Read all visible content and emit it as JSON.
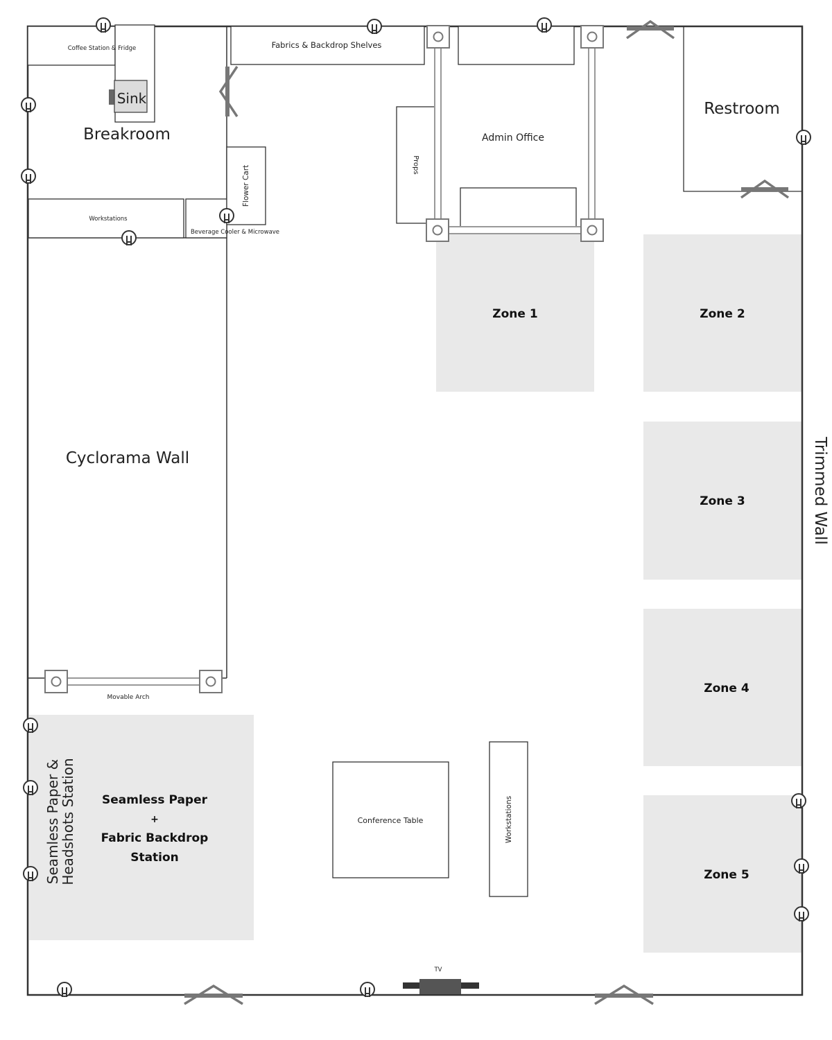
{
  "labels": {
    "coffee_station": "Coffee Station & Fridge",
    "sink": "Sink",
    "breakroom": "Breakroom",
    "fabrics_shelves": "Fabrics & Backdrop Shelves",
    "admin_office": "Admin Office",
    "props": "Props",
    "restroom": "Restroom",
    "flower_cart": "Flower Cart",
    "workstations_top": "Workstations",
    "beverage_cooler": "Beverage Cooler & Microwave",
    "zone1": "Zone 1",
    "zone2": "Zone 2",
    "zone3": "Zone 3",
    "zone4": "Zone 4",
    "zone5": "Zone 5",
    "cyclorama": "Cyclorama Wall",
    "trimmed_wall": "Trimmed Wall",
    "movable_arch": "Movable Arch",
    "seamless_vertical_line1": "Seamless Paper &",
    "seamless_vertical_line2": "Headshots Station",
    "station_line1": "Seamless Paper",
    "station_line2": "+",
    "station_line3": "Fabric Backdrop",
    "station_line4": "Station",
    "conference_table": "Conference Table",
    "workstations_bottom": "Workstations",
    "tv": "TV"
  },
  "colors": {
    "zone_fill": "#e9e9e9",
    "wall": "#333333",
    "fixture_gray": "#777777"
  }
}
